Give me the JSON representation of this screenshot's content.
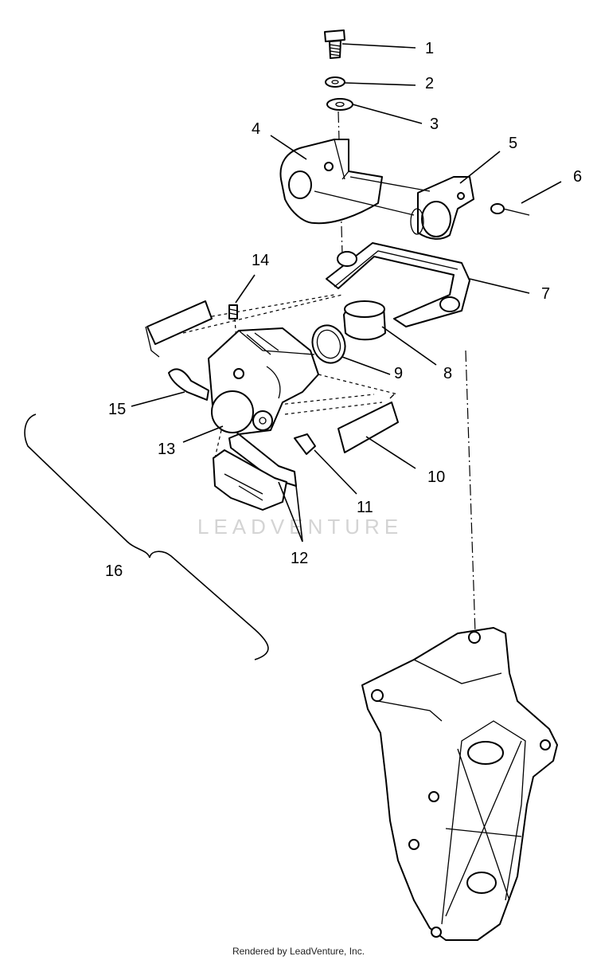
{
  "diagram": {
    "callouts": [
      "1",
      "2",
      "3",
      "4",
      "5",
      "6",
      "7",
      "8",
      "9",
      "10",
      "11",
      "12",
      "13",
      "14",
      "15",
      "16"
    ],
    "watermark": "LEADVENTURE",
    "footer": "Rendered by LeadVenture, Inc."
  }
}
